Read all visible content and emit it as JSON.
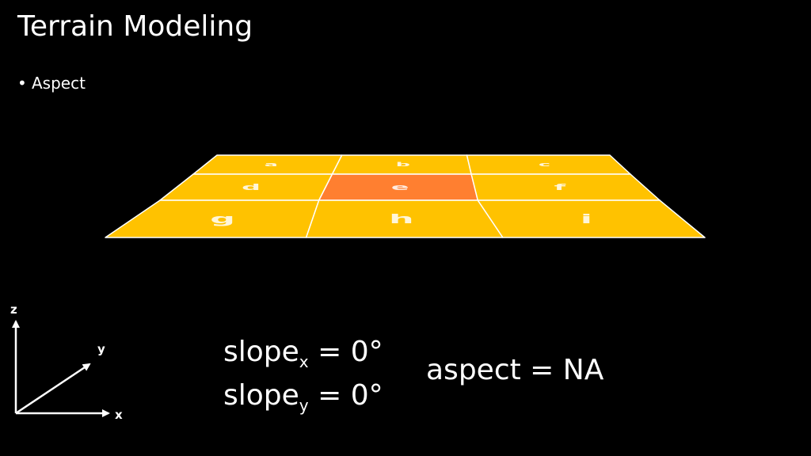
{
  "title": "Terrain Modeling",
  "bullets": [
    {
      "text": "Aspect"
    }
  ],
  "colors": {
    "background": "#000000",
    "cell": "#ffc200",
    "center_cell": "#ff7f30",
    "grid_line": "#ffffff",
    "text": "#ffffff"
  },
  "grid": {
    "cells": [
      {
        "label": "a",
        "highlight": false
      },
      {
        "label": "b",
        "highlight": false
      },
      {
        "label": "c",
        "highlight": false
      },
      {
        "label": "d",
        "highlight": false
      },
      {
        "label": "e",
        "highlight": true
      },
      {
        "label": "f",
        "highlight": false
      },
      {
        "label": "g",
        "highlight": false
      },
      {
        "label": "h",
        "highlight": false
      },
      {
        "label": "i",
        "highlight": false
      }
    ]
  },
  "axes": {
    "z_label": "z",
    "y_label": "y",
    "x_label": "x"
  },
  "equations": {
    "slope_x": {
      "base": "slope",
      "sub": "x",
      "rhs": " = 0°"
    },
    "slope_y": {
      "base": "slope",
      "sub": "y",
      "rhs": " = 0°"
    },
    "aspect": "aspect = NA"
  }
}
